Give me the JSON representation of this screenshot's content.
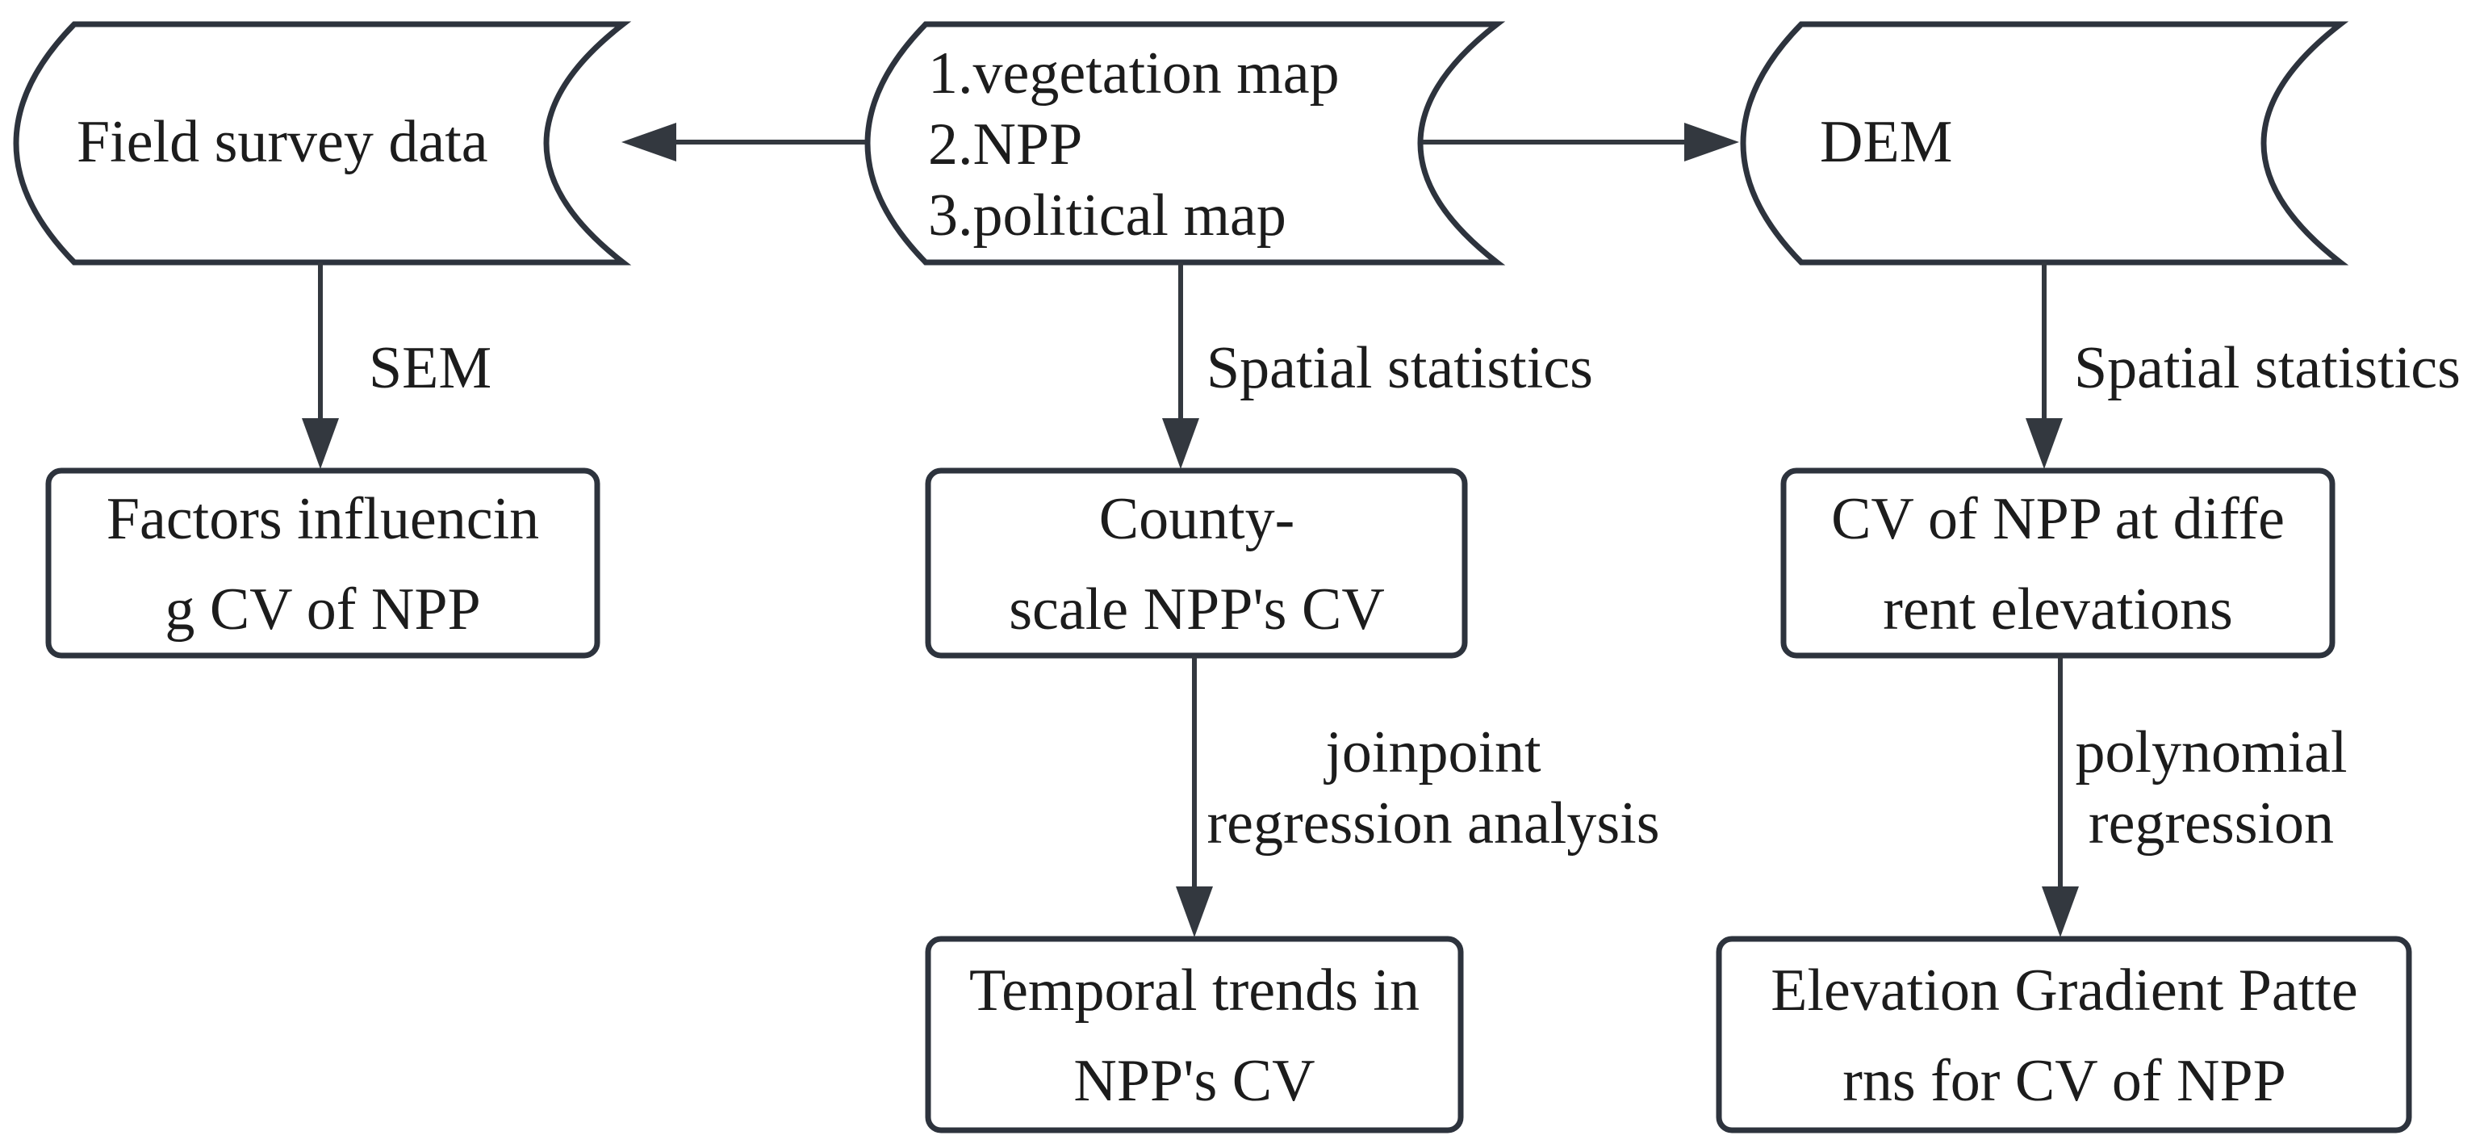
{
  "diagram": {
    "title": "NPP CV analysis workflow flowchart",
    "colors": {
      "background": "#ffffff",
      "shape_stroke": "#2d333d",
      "arrow": "#33383f",
      "text": "#1c1c1c"
    },
    "nodes": {
      "field_survey": {
        "label": "Field survey data"
      },
      "source_data": {
        "line1": "1.vegetation map",
        "line2": "2.NPP",
        "line3": "3.political map"
      },
      "dem": {
        "label": "DEM"
      },
      "factors": {
        "line1": "Factors influencin",
        "line2": "g CV of NPP"
      },
      "county_cv": {
        "line1": "County-",
        "line2": "scale NPP's CV"
      },
      "cv_elevation": {
        "line1": "CV of NPP at diffe",
        "line2": "rent elevations"
      },
      "temporal_trends": {
        "line1": "Temporal trends in",
        "line2": "NPP's CV"
      },
      "elevation_gradient": {
        "line1": "Elevation Gradient Patte",
        "line2": "rns for CV of NPP"
      }
    },
    "edge_labels": {
      "sem": "SEM",
      "spatial_statistics_center": "Spatial statistics",
      "spatial_statistics_right": "Spatial statistics",
      "joinpoint_line1": "joinpoint",
      "joinpoint_line2": "regression analysis",
      "polynomial_line1": "polynomial",
      "polynomial_line2": "regression"
    }
  }
}
